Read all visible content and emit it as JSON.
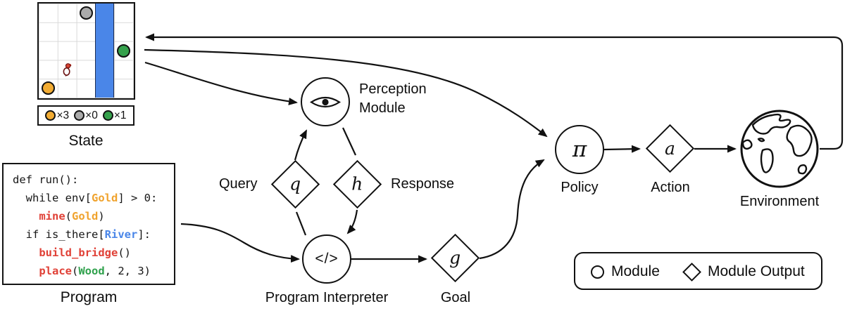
{
  "state": {
    "label": "State",
    "inventory": [
      {
        "item": "gold",
        "count": "×3"
      },
      {
        "item": "gray",
        "count": "×0"
      },
      {
        "item": "green",
        "count": "×1"
      }
    ],
    "grid": {
      "rows": 5,
      "cols": 5,
      "river_col": 3,
      "items": [
        {
          "type": "gray-circle",
          "row": 0,
          "col": 2
        },
        {
          "type": "green-circle",
          "row": 2,
          "col": 4
        },
        {
          "type": "agent",
          "row": 3,
          "col": 1
        },
        {
          "type": "gold-circle",
          "row": 4,
          "col": 0
        }
      ]
    }
  },
  "program": {
    "label": "Program",
    "code": [
      [
        {
          "t": "def run():",
          "c": "plain"
        }
      ],
      [
        {
          "t": "  while env[",
          "c": "plain"
        },
        {
          "t": "Gold",
          "c": "gold"
        },
        {
          "t": "] > 0:",
          "c": "plain"
        }
      ],
      [
        {
          "t": "    ",
          "c": "plain"
        },
        {
          "t": "mine",
          "c": "red"
        },
        {
          "t": "(",
          "c": "plain"
        },
        {
          "t": "Gold",
          "c": "gold"
        },
        {
          "t": ")",
          "c": "plain"
        }
      ],
      [
        {
          "t": "  if is_there[",
          "c": "plain"
        },
        {
          "t": "River",
          "c": "blue"
        },
        {
          "t": "]:",
          "c": "plain"
        }
      ],
      [
        {
          "t": "    ",
          "c": "plain"
        },
        {
          "t": "build_bridge",
          "c": "red"
        },
        {
          "t": "()",
          "c": "plain"
        }
      ],
      [
        {
          "t": "    ",
          "c": "plain"
        },
        {
          "t": "place",
          "c": "red"
        },
        {
          "t": "(",
          "c": "plain"
        },
        {
          "t": "Wood",
          "c": "green"
        },
        {
          "t": ", 2, 3)",
          "c": "plain"
        }
      ]
    ]
  },
  "nodes": {
    "perception": {
      "label": "Perception Module"
    },
    "interpreter": {
      "label": "Program Interpreter",
      "symbol": "</>"
    },
    "policy": {
      "label": "Policy",
      "symbol": "π"
    },
    "environment": {
      "label": "Environment"
    }
  },
  "outputs": {
    "q": {
      "symbol": "q",
      "label": "Query"
    },
    "h": {
      "symbol": "h",
      "label": "Response"
    },
    "g": {
      "symbol": "g",
      "label": "Goal"
    },
    "a": {
      "symbol": "a",
      "label": "Action"
    }
  },
  "legend": {
    "module_label": "Module",
    "module_output_label": "Module Output"
  },
  "colors": {
    "river": "#4A86E8",
    "gold": "#F2AC33",
    "gray": "#ABABAB",
    "green": "#35A14C",
    "code_gold": "#F0A32E",
    "code_red": "#E04137",
    "code_blue": "#4A86E8",
    "code_green": "#2FA14C",
    "line": "#111111"
  }
}
